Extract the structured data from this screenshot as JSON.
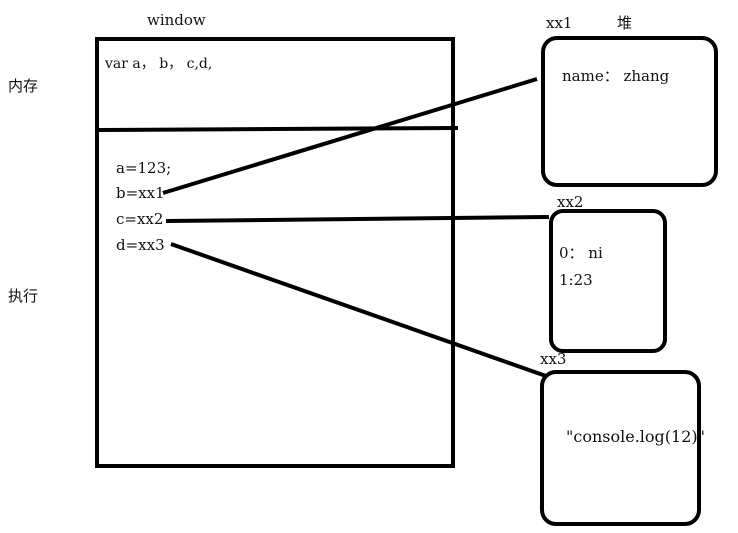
{
  "side_labels": {
    "memory": "内存",
    "execute": "执行"
  },
  "window": {
    "title": "window",
    "declaration": "var a， b， c,d,",
    "assignments": {
      "a": "a=123;",
      "b": "b=xx1",
      "c": "c=xx2",
      "d": "d=xx3"
    }
  },
  "heap": {
    "title": "堆",
    "xx1": {
      "address": "xx1",
      "content": "name： zhang"
    },
    "xx2": {
      "address": "xx2",
      "line1": "0： ni",
      "line2": "1:23"
    },
    "xx3": {
      "address": "xx3",
      "content": "\"console.log(12)\""
    }
  }
}
